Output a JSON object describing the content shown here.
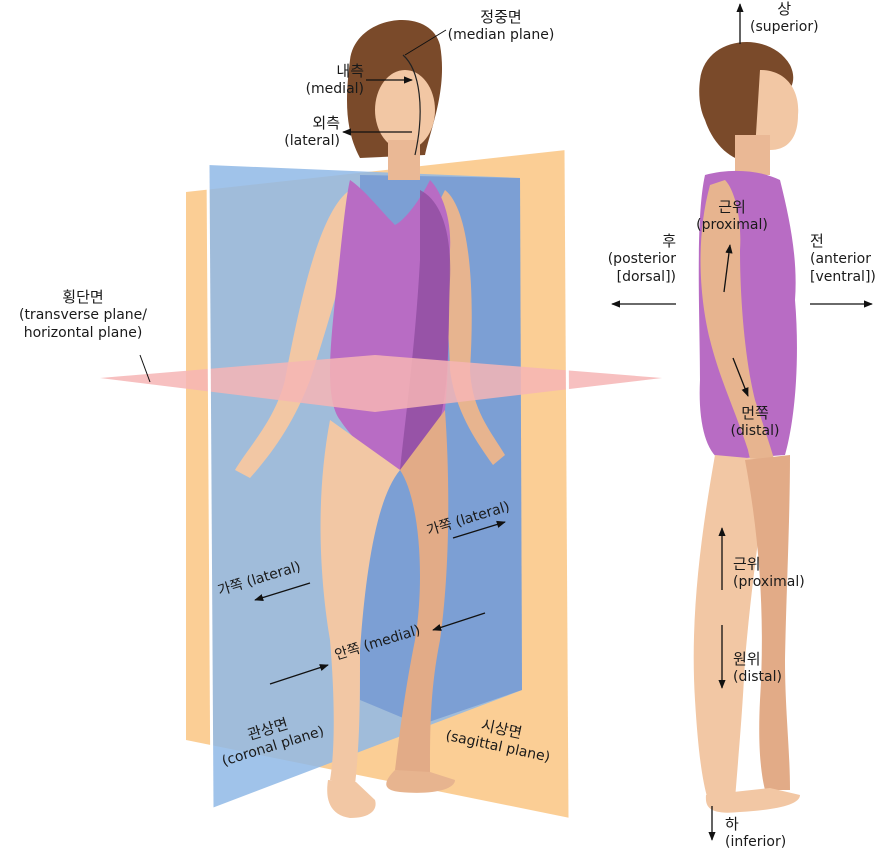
{
  "labels": {
    "median_plane": {
      "ko": "정중면",
      "en": "(median plane)"
    },
    "medial_head": {
      "ko": "내측",
      "en": "(medial)"
    },
    "lateral_head": {
      "ko": "외측",
      "en": "(lateral)"
    },
    "transverse_plane": {
      "ko": "횡단면",
      "en1": "(transverse plane/",
      "en2": "horizontal plane)"
    },
    "coronal_plane": {
      "ko": "관상면",
      "en": "(coronal plane)"
    },
    "sagittal_plane": {
      "ko": "시상면",
      "en": "(sagittal plane)"
    },
    "lateral_right": "가쪽 (lateral)",
    "lateral_left": "가쪽 (lateral)",
    "medial_leg": "안쪽 (medial)",
    "superior": {
      "ko": "상",
      "en": "(superior)"
    },
    "inferior": {
      "ko": "하",
      "en": "(inferior)"
    },
    "posterior": {
      "ko": "후",
      "en1": "(posterior",
      "en2": "[dorsal])"
    },
    "anterior": {
      "ko": "전",
      "en1": "(anterior",
      "en2": "[ventral])"
    },
    "proximal_arm": {
      "ko": "근위",
      "en": "(proximal)"
    },
    "distal_arm": {
      "ko": "먼쪽",
      "en": "(distal)"
    },
    "proximal_leg": {
      "ko": "근위",
      "en": "(proximal)"
    },
    "distal_leg": {
      "ko": "원위",
      "en": "(distal)"
    }
  },
  "colors": {
    "skin": "#f2c7a4",
    "skin_shade": "#e0a983",
    "swimsuit": "#b86cc4",
    "swimsuit_shade": "#8e4ea0",
    "hair": "#7a4a2a",
    "sagittal_plane": "#fbc98a",
    "coronal_plane": "#8fb8e6",
    "coronal_dark": "#5f86d0",
    "transverse_plane": "#f6b5b5"
  }
}
